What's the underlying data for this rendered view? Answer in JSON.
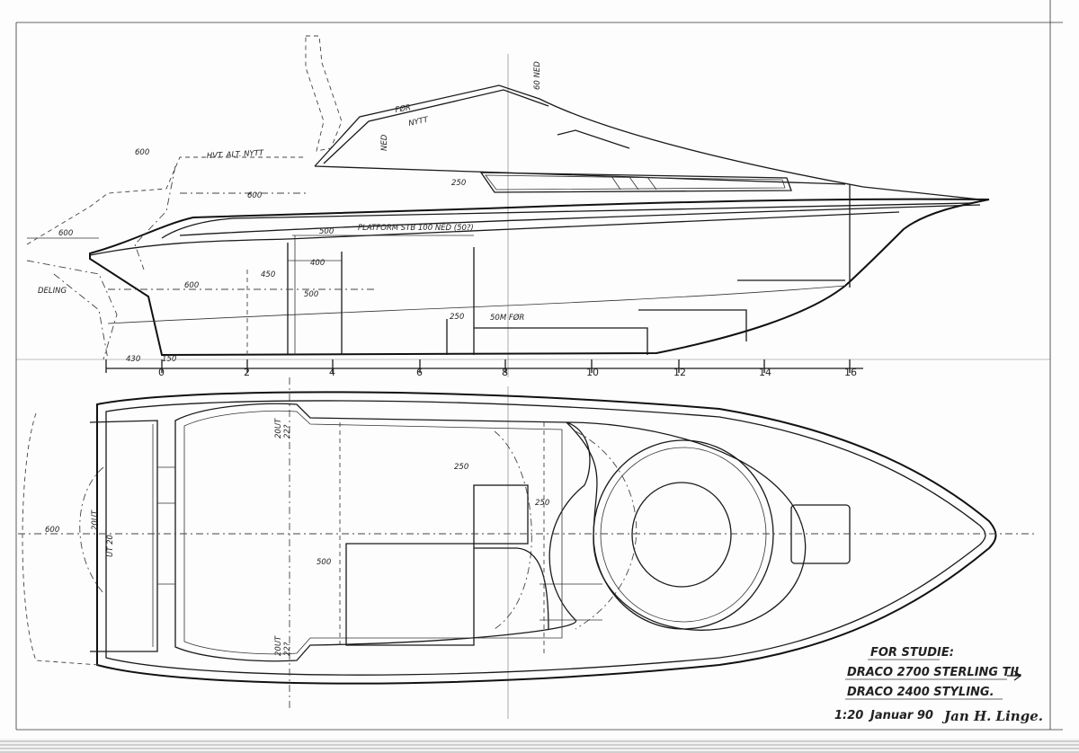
{
  "profile": {
    "labels": {
      "d600_stern": "600",
      "d600_top": "600",
      "d600_left": "600",
      "deling": "DELING",
      "d600_deling": "600",
      "d450": "450",
      "d400": "400",
      "d500_a": "500",
      "d500_b": "500",
      "d250_a": "250",
      "d250_b": "250",
      "d50m_for": "50M FØR",
      "d430": "430",
      "d150": "150",
      "platform": "PLATFORM STB 100 NED (50?)",
      "hvt": "HVT. ALT. NYTT",
      "for": "FØR",
      "nytt": "NYTT",
      "ned_a": "NED",
      "ned_b": "60 NED"
    },
    "scale_ticks": [
      "0",
      "2",
      "4",
      "6",
      "8",
      "10",
      "12",
      "14",
      "16"
    ]
  },
  "plan": {
    "labels": {
      "d600": "600",
      "d20ut_a": "20UT",
      "d20ut_b": "20UT",
      "ut20": "UT 20",
      "d20ut_c": "20UT",
      "d22_a": "22?",
      "d22_b": "22?",
      "d500": "500",
      "d250_a": "250",
      "d250_b": "250"
    }
  },
  "note": {
    "line1": "FOR STUDIE:",
    "line2": "DRACO 2700 STERLING TIL",
    "line3": "DRACO 2400 STYLING.",
    "scale": "1:20",
    "date": "Januar 90",
    "signature": "Jan H. Linge."
  }
}
